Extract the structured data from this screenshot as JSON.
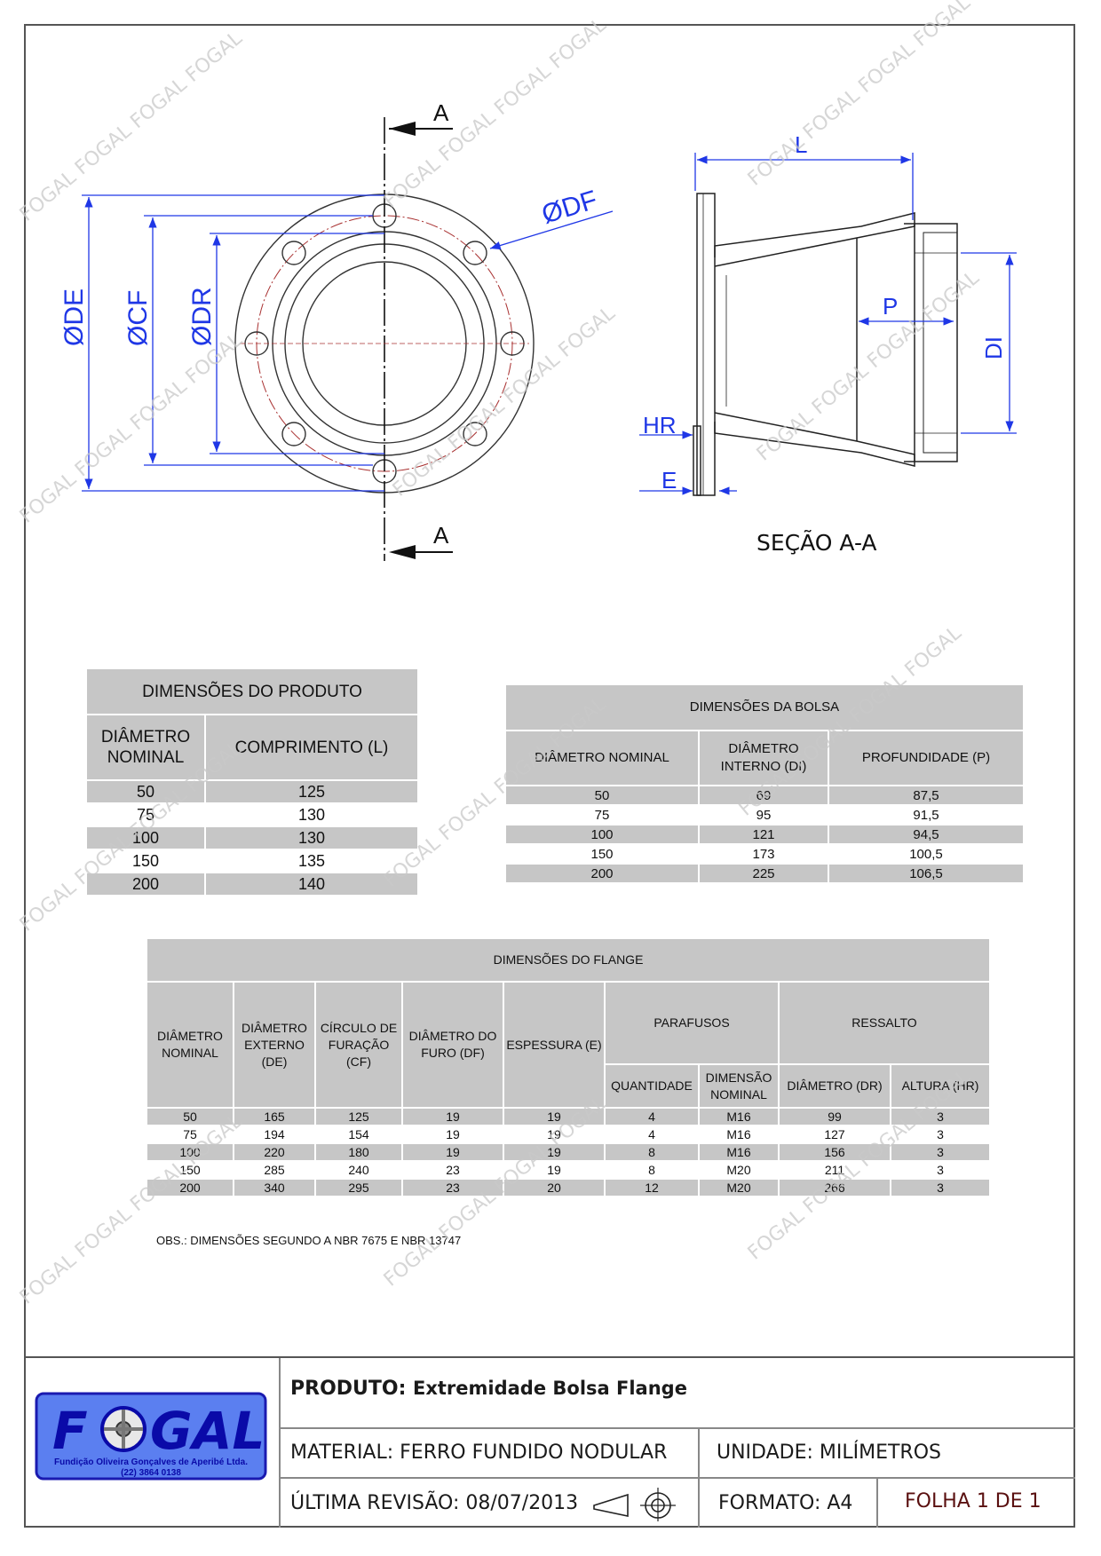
{
  "drawing": {
    "labels": {
      "de": "ØDE",
      "cf": "ØCF",
      "dr": "ØDR",
      "df": "ØDF",
      "cut_top": "A",
      "cut_bottom": "A",
      "l": "L",
      "p": "P",
      "di": "DI",
      "hr": "HR",
      "e": "E"
    },
    "section_title": "SEÇÃO A-A",
    "watermark": "FOGAL"
  },
  "table_produto": {
    "title": "DIMENSÕES DO PRODUTO",
    "headers": [
      "DIÂMETRO NOMINAL",
      "COMPRIMENTO (L)"
    ],
    "rows": [
      [
        "50",
        "125"
      ],
      [
        "75",
        "130"
      ],
      [
        "100",
        "130"
      ],
      [
        "150",
        "135"
      ],
      [
        "200",
        "140"
      ]
    ]
  },
  "table_bolsa": {
    "title": "DIMENSÕES DA BOLSA",
    "headers": [
      "DIÂMETRO NOMINAL",
      "DIÂMETRO INTERNO (DI)",
      "PROFUNDIDADE (P)"
    ],
    "rows": [
      [
        "50",
        "69",
        "87,5"
      ],
      [
        "75",
        "95",
        "91,5"
      ],
      [
        "100",
        "121",
        "94,5"
      ],
      [
        "150",
        "173",
        "100,5"
      ],
      [
        "200",
        "225",
        "106,5"
      ]
    ]
  },
  "table_flange": {
    "title": "DIMENSÕES DO FLANGE",
    "headers": [
      "DIÂMETRO NOMINAL",
      "DIÂMETRO EXTERNO (DE)",
      "CÍRCULO DE FURAÇÃO (CF)",
      "DIÂMETRO DO FURO (DF)",
      "ESPESSURA (E)",
      "PARAFUSOS",
      "RESSALTO"
    ],
    "subheaders": [
      "QUANTIDADE",
      "DIMENSÃO NOMINAL",
      "DIÂMETRO (DR)",
      "ALTURA (HR)"
    ],
    "rows": [
      [
        "50",
        "165",
        "125",
        "19",
        "19",
        "4",
        "M16",
        "99",
        "3"
      ],
      [
        "75",
        "194",
        "154",
        "19",
        "19",
        "4",
        "M16",
        "127",
        "3"
      ],
      [
        "100",
        "220",
        "180",
        "19",
        "19",
        "8",
        "M16",
        "156",
        "3"
      ],
      [
        "150",
        "285",
        "240",
        "23",
        "19",
        "8",
        "M20",
        "211",
        "3"
      ],
      [
        "200",
        "340",
        "295",
        "23",
        "20",
        "12",
        "M20",
        "266",
        "3"
      ]
    ]
  },
  "obs": "OBS.: DIMENSÕES SEGUNDO A NBR 7675 E NBR 13747",
  "title_block": {
    "logo_text": "FOGAL",
    "logo_subtitle": "Fundição Oliveira Gonçalves de Aperibé Ltda.",
    "logo_phone": "(22) 3864 0138",
    "produto_label": "PRODUTO:",
    "produto_value": "Extremidade Bolsa Flange",
    "material": "MATERIAL: FERRO FUNDIDO NODULAR",
    "unidade": "UNIDADE: MILÍMETROS",
    "revisao": "ÚLTIMA REVISÃO: 08/07/2013",
    "formato": "FORMATO: A4",
    "folha": "FOLHA 1 DE 1"
  }
}
